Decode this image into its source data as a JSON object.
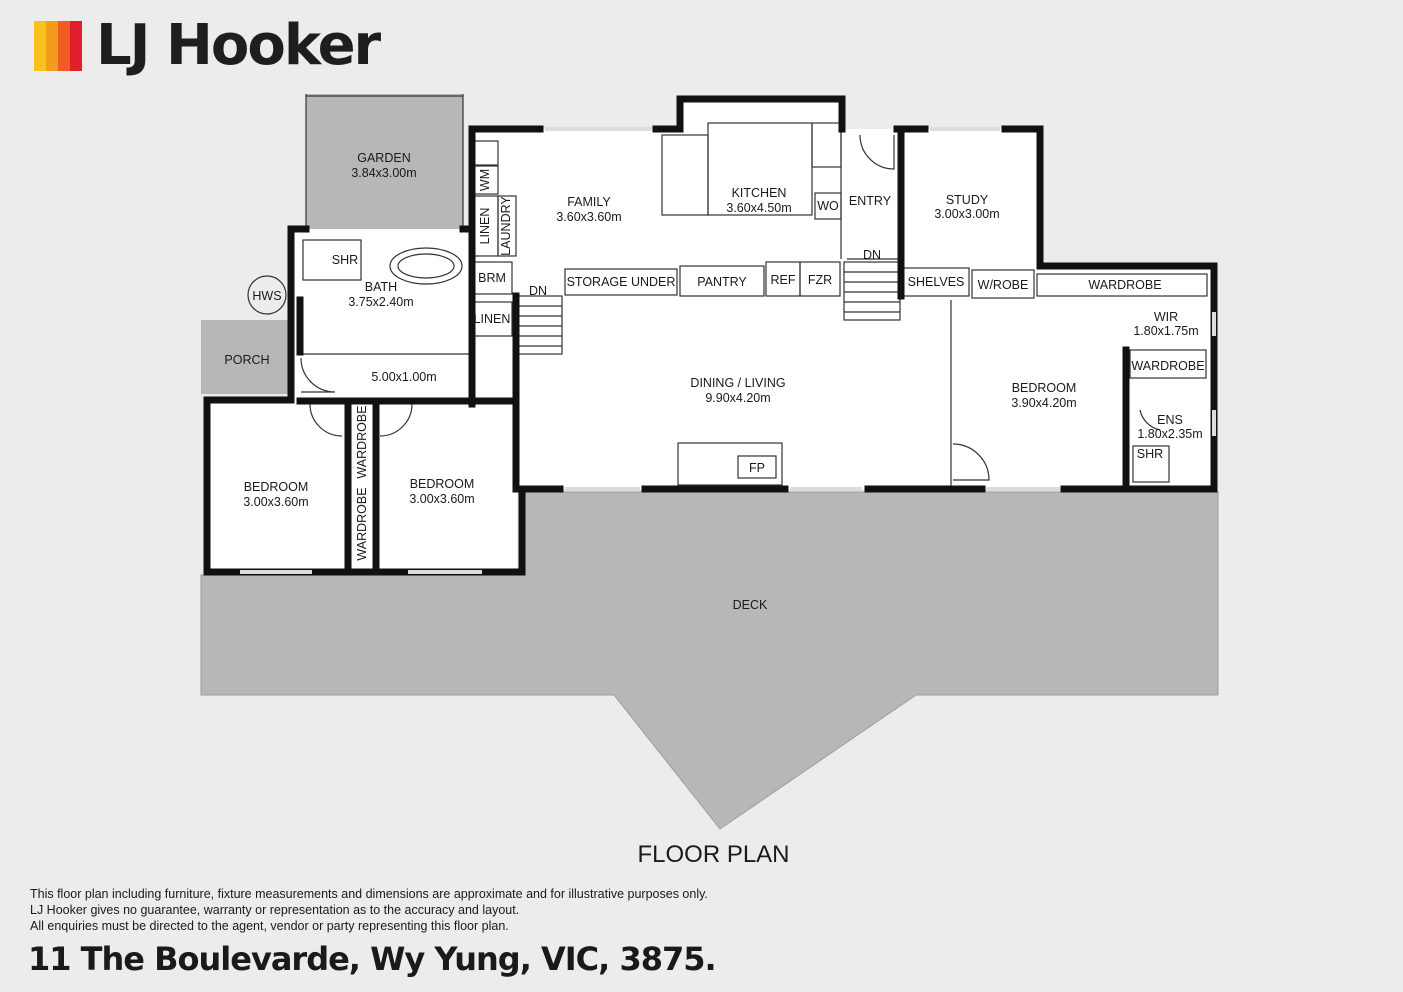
{
  "brand": {
    "name": "LJ Hooker",
    "stripe_colors": [
      "#f7c21b",
      "#f49b1d",
      "#f15a29",
      "#e11e2b"
    ]
  },
  "rooms": {
    "garden": {
      "name": "GARDEN",
      "size": "3.84x3.00m"
    },
    "family": {
      "name": "FAMILY",
      "size": "3.60x3.60m"
    },
    "kitchen": {
      "name": "KITCHEN",
      "size": "3.60x4.50m"
    },
    "entry": {
      "name": "ENTRY"
    },
    "study": {
      "name": "STUDY",
      "size": "3.00x3.00m"
    },
    "bath": {
      "name": "BATH",
      "size": "3.75x2.40m"
    },
    "hallway": {
      "size": "5.00x1.00m"
    },
    "dining_living": {
      "name": "DINING / LIVING",
      "size": "9.90x4.20m"
    },
    "bedroom_main": {
      "name": "BEDROOM",
      "size": "3.90x4.20m"
    },
    "wir": {
      "name": "WIR",
      "size": "1.80x1.75m"
    },
    "ens": {
      "name": "ENS",
      "size": "1.80x2.35m"
    },
    "bedroom_left": {
      "name": "BEDROOM",
      "size": "3.00x3.60m"
    },
    "bedroom_mid": {
      "name": "BEDROOM",
      "size": "3.00x3.60m"
    },
    "porch": {
      "name": "PORCH"
    },
    "deck": {
      "name": "DECK"
    }
  },
  "fixtures": {
    "shr": "SHR",
    "hws": "HWS",
    "wm": "WM",
    "linen": "LINEN",
    "laundry": "LAUNDRY",
    "brm": "BRM",
    "dn": "DN",
    "storage_under": "STORAGE UNDER",
    "pantry": "PANTRY",
    "ref": "REF",
    "fzr": "FZR",
    "wo": "WO",
    "shelves": "SHELVES",
    "wrobe": "W/ROBE",
    "wardrobe": "WARDROBE",
    "fp": "FP"
  },
  "plan_title": "FLOOR PLAN",
  "disclaimer": [
    "This floor plan including furniture, fixture measurements and dimensions are approximate and for illustrative purposes only.",
    "LJ Hooker gives no guarantee, warranty or representation as to the accuracy and layout.",
    "All enquiries must be directed to the agent, vendor or party representing this floor plan."
  ],
  "address": "11 The Boulevarde, Wy Yung, VIC, 3875."
}
